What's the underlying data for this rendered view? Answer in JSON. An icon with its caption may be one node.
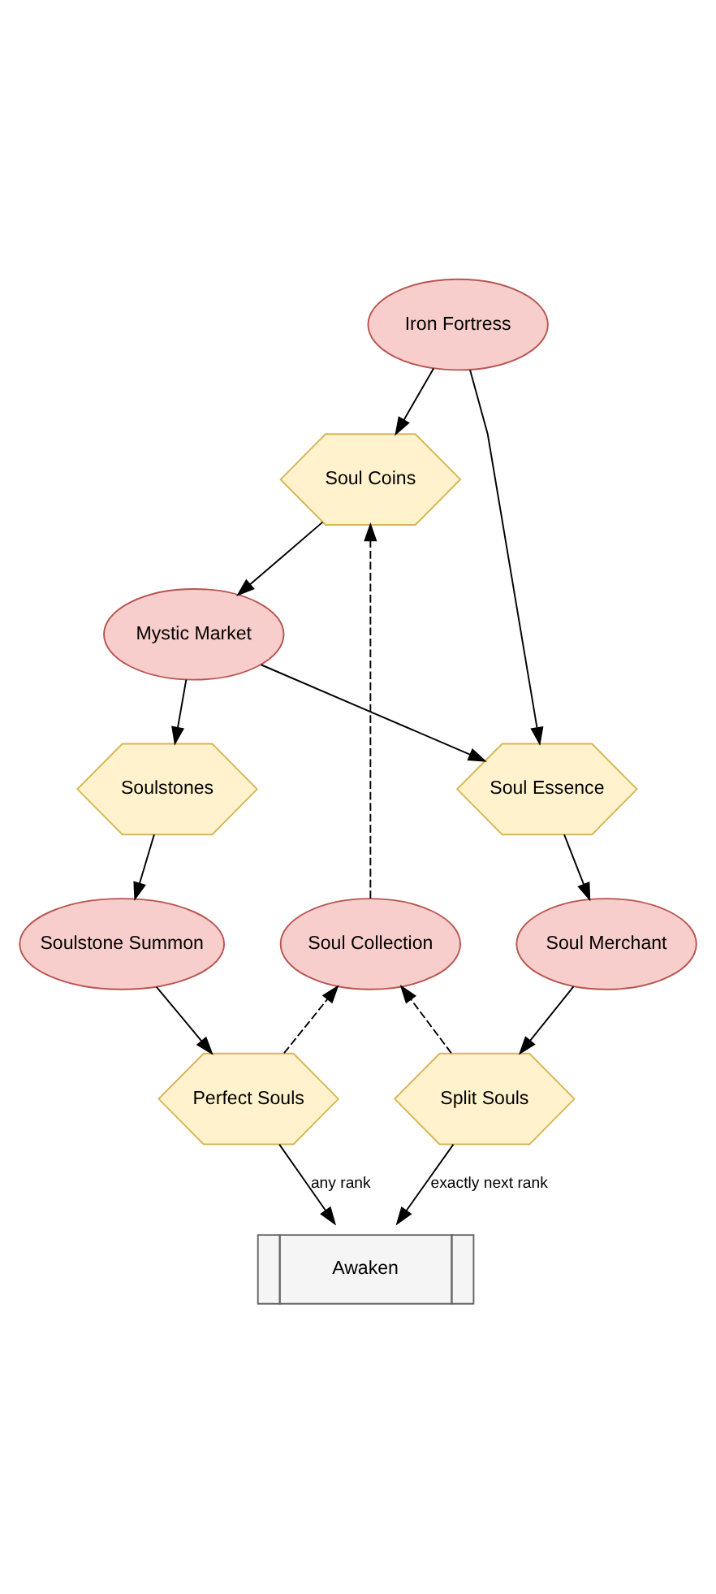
{
  "diagram": {
    "nodes": [
      {
        "text": [
          "Iron Fortress"
        ]
      },
      {
        "text": [
          "Soul Coins"
        ]
      },
      {
        "text": [
          "Mystic Market"
        ]
      },
      {
        "text": [
          "Soulstones"
        ]
      },
      {
        "text": [
          "Soul Essence"
        ]
      },
      {
        "text": [
          "Soul Collection"
        ]
      },
      {
        "text": [
          "Soulstone Summon"
        ]
      },
      {
        "text": [
          "Soul Merchant"
        ]
      },
      {
        "text": [
          "Perfect Souls"
        ]
      },
      {
        "text": [
          "Split Souls"
        ]
      },
      {
        "text": [
          "Awaken"
        ]
      }
    ],
    "edges": [
      {
        "from": 0,
        "to": 1,
        "arrow": "to"
      },
      {
        "from": 0,
        "to": 4,
        "arrow": "to"
      },
      {
        "from": 1,
        "to": 2,
        "arrow": "to"
      },
      {
        "from": 2,
        "to": 3,
        "arrow": "to"
      },
      {
        "from": 2,
        "to": 4,
        "arrow": "to"
      },
      {
        "from": 3,
        "to": 6,
        "arrow": "to"
      },
      {
        "from": 4,
        "to": 7,
        "arrow": "to"
      },
      {
        "from": 6,
        "to": 8,
        "arrow": "to"
      },
      {
        "from": 7,
        "to": 9,
        "arrow": "to"
      },
      {
        "from": 8,
        "to": 5,
        "arrow": "to",
        "style": "dashed"
      },
      {
        "from": 9,
        "to": 5,
        "arrow": "to",
        "style": "dashed"
      },
      {
        "from": 5,
        "to": 1,
        "arrow": "to",
        "style": "dashed"
      },
      {
        "from": 8,
        "to": 10,
        "arrow": "to",
        "label": "any rank"
      },
      {
        "from": 9,
        "to": 10,
        "arrow": "to",
        "label": "exactly next rank"
      }
    ]
  }
}
